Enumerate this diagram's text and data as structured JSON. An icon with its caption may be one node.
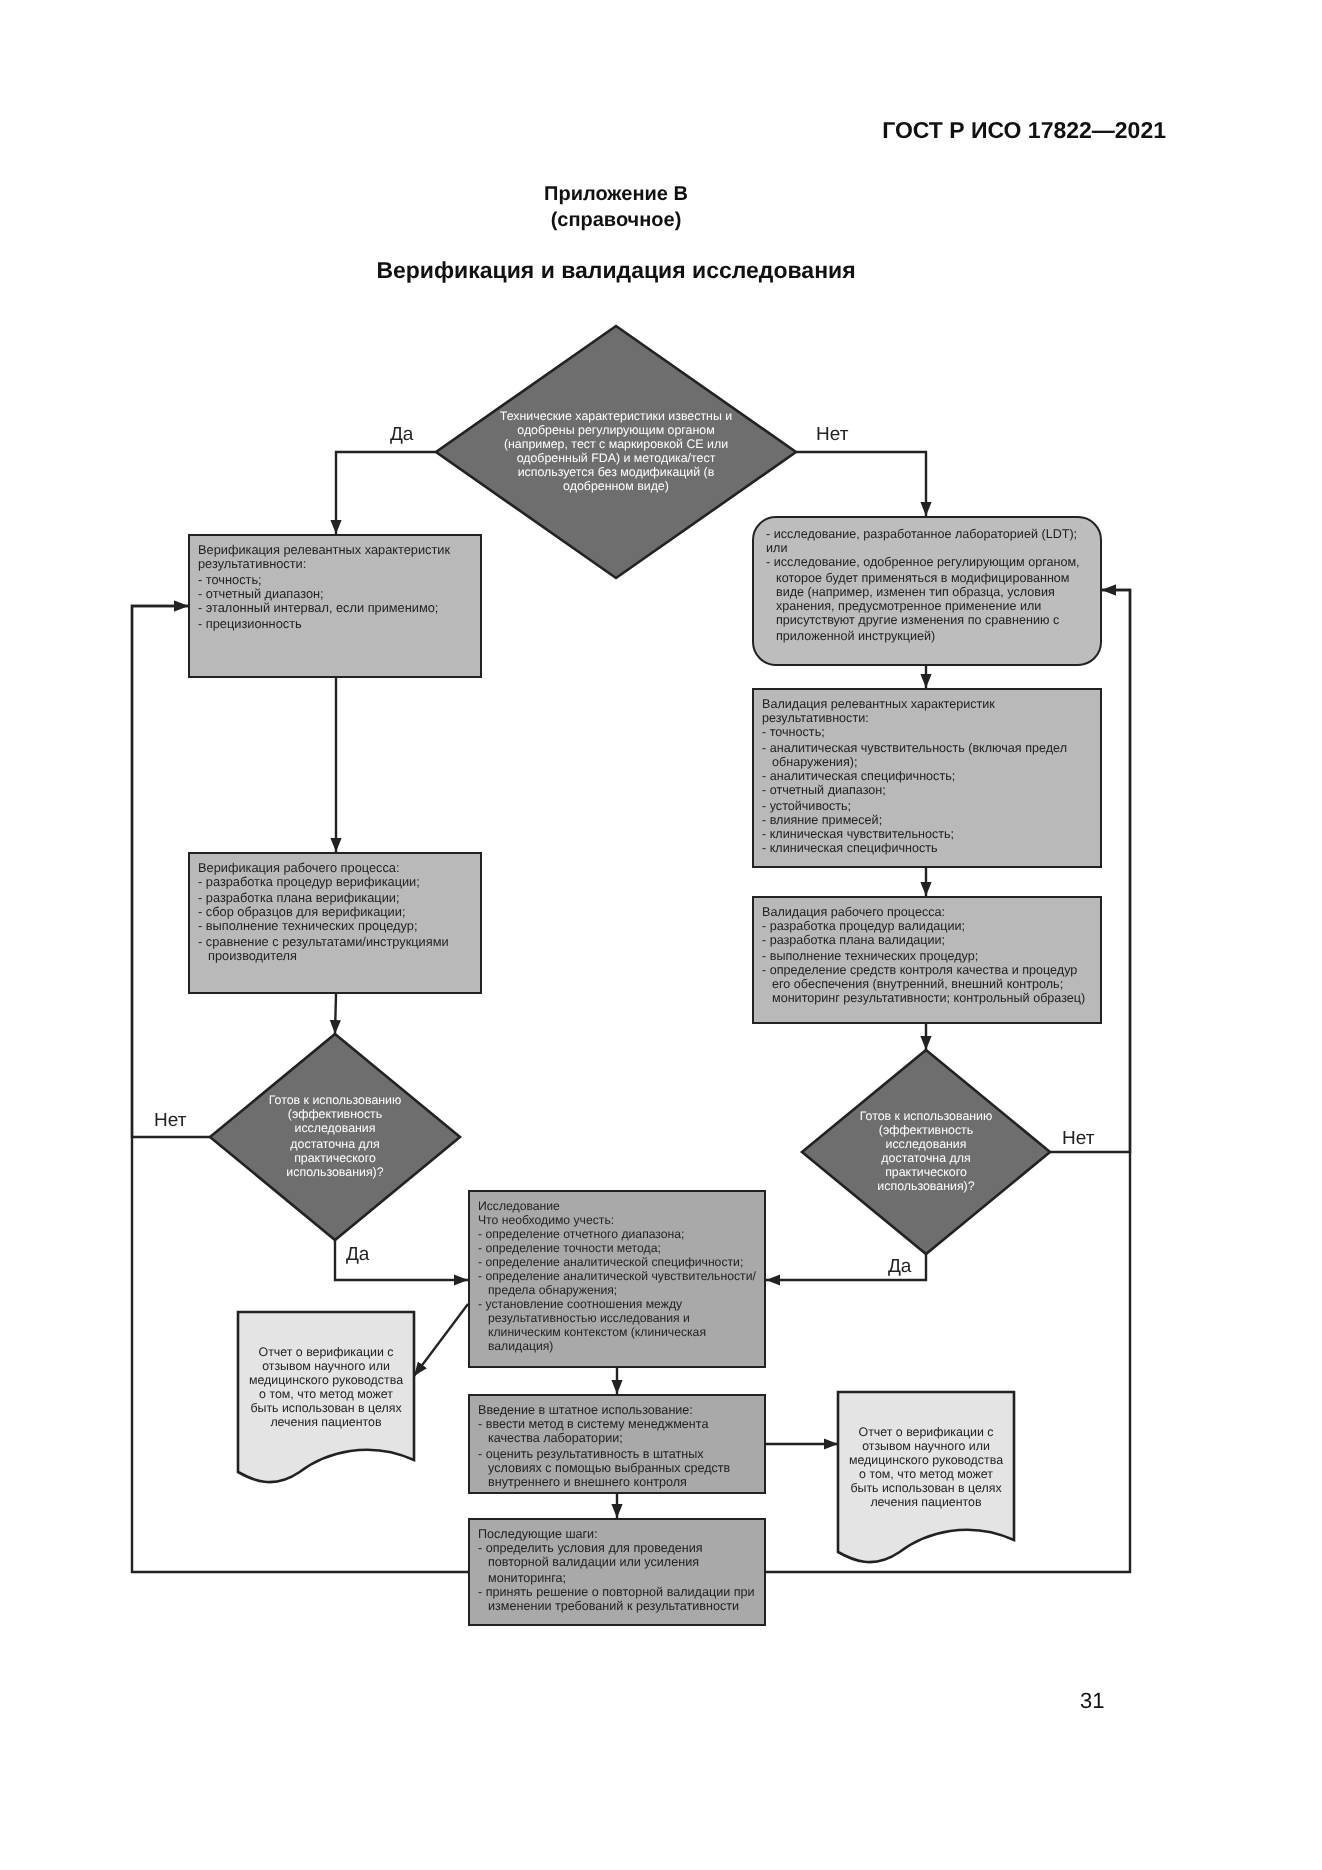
{
  "diagram": {
    "title": "Верификация и валидация исследования",
    "nodes": [
      {
        "text": [
          "Технические характеристики известны и одобрены регулирующим органом (например, тест с маркировкой СЕ или одобренный FDA) и методика/тест используется без модификаций (в одобренном виде)"
        ]
      },
      {
        "text": [
          "Верификация релевантных характеристик результативности:",
          "- точность;",
          "- отчетный диапазон;",
          "- эталонный интервал, если применимо;",
          "- прецизионность"
        ]
      },
      {
        "text": [
          "- исследование, разработанное лабораторией (LDT);",
          "или",
          "- исследование, одобренное регулирующим органом, которое будет применяться в модифицированном виде (например, изменен тип образца, условия хранения, предусмотренное применение или присутствуют другие изменения по сравнению с приложенной инструкцией)"
        ]
      },
      {
        "text": [
          "Валидация релевантных характеристик результативности:",
          "- точность;",
          "- аналитическая чувствительность (включая предел обнаружения);",
          "- аналитическая специфичность;",
          "- отчетный диапазон;",
          "- устойчивость;",
          "- влияние примесей;",
          "- клиническая чувствительность;",
          "- клиническая специфичность"
        ]
      },
      {
        "text": [
          "Верификация рабочего процесса:",
          "- разработка процедур верификации;",
          "- разработка плана верификации;",
          "- сбор образцов для верификации;",
          "- выполнение технических процедур;",
          "- сравнение с результатами/инструкциями производителя"
        ]
      },
      {
        "text": [
          "Валидация рабочего процесса:",
          "- разработка процедур валидации;",
          "- разработка плана валидации;",
          "- выполнение технических процедур;",
          "- определение средств контроля качества и процедур его обеспечения (внутренний, внешний контроль; мониторинг результативности; контрольный образец)"
        ]
      },
      {
        "text": [
          "Готов к использованию (эффективность исследования достаточна для практического использования)?"
        ]
      },
      {
        "text": [
          "Готов к использованию (эффективность исследования достаточна для практического использования)?"
        ]
      },
      {
        "text": [
          "Исследование",
          "Что необходимо учесть:",
          "- определение отчетного диапазона;",
          "- определение точности метода;",
          "- определение аналитической специфичности;",
          "- определение аналитической чувствительности/предела обнаружения;",
          "- установление соотношения между результативностью исследования и клиническим контекстом (клиническая валидация)"
        ]
      },
      {
        "text": [
          "Отчет о верификации с отзывом научного или медицинского руководства о том, что метод может быть использован в целях лечения пациентов"
        ]
      },
      {
        "text": [
          "Введение в штатное использование:",
          "- ввести метод в систему менеджмента качества лаборатории;",
          "- оценить результативность в штатных условиях с помощью выбранных средств внутреннего и внешнего контроля"
        ]
      },
      {
        "text": [
          "Отчет о верификации с отзывом научного или медицинского руководства о том, что метод может быть использован в целях лечения пациентов"
        ]
      },
      {
        "text": [
          "Последующие шаги:",
          "- определить условия для проведения повторной валидации или усиления мониторинга;",
          "- принять решение о повторной валидации при изменении требований к результативности"
        ]
      }
    ],
    "edges": [
      {
        "from": 0,
        "to": 1,
        "arrow": "to",
        "label": "Да"
      },
      {
        "from": 0,
        "to": 2,
        "arrow": "to",
        "label": "Нет"
      },
      {
        "from": 1,
        "to": 4,
        "arrow": "to"
      },
      {
        "from": 2,
        "to": 3,
        "arrow": "to"
      },
      {
        "from": 3,
        "to": 5,
        "arrow": "to"
      },
      {
        "from": 4,
        "to": 6,
        "arrow": "to"
      },
      {
        "from": 5,
        "to": 7,
        "arrow": "to"
      },
      {
        "from": 6,
        "to": 8,
        "arrow": "to",
        "label": "Да"
      },
      {
        "from": 7,
        "to": 8,
        "arrow": "to",
        "label": "Да"
      },
      {
        "from": 6,
        "to": 1,
        "arrow": "to",
        "label": "Нет"
      },
      {
        "from": 7,
        "to": 2,
        "arrow": "to",
        "label": "Нет"
      },
      {
        "from": 8,
        "to": 9,
        "arrow": "to"
      },
      {
        "from": 8,
        "to": 10,
        "arrow": "to"
      },
      {
        "from": 10,
        "to": 11,
        "arrow": "to"
      },
      {
        "from": 10,
        "to": 12,
        "arrow": "to"
      },
      {
        "from": 12,
        "to": 1,
        "arrow": "to"
      },
      {
        "from": 12,
        "to": 2,
        "arrow": "to"
      }
    ],
    "labels": [
      "ГОСТ Р ИСО 17822—2021",
      "Приложение В",
      "(справочное)",
      "31"
    ]
  }
}
